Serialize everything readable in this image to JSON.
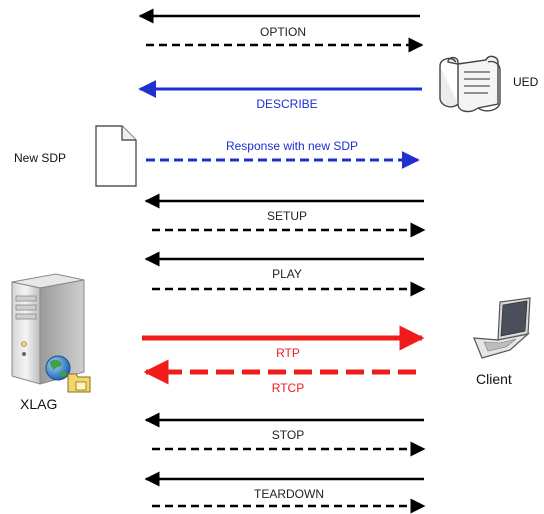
{
  "colors": {
    "black": "#000000",
    "blue": "#1f2fd0",
    "red": "#f01c1c",
    "label_dark": "#222222"
  },
  "entities": {
    "server": {
      "label": "XLAG",
      "icon": "server-icon"
    },
    "client": {
      "label": "Client",
      "icon": "laptop-icon"
    },
    "ued": {
      "label": "UED",
      "icon": "scroll-icon"
    },
    "sdp": {
      "label": "New SDP",
      "icon": "document-icon"
    }
  },
  "messages": [
    {
      "key": "option",
      "label": "OPTION",
      "color": "black"
    },
    {
      "key": "describe",
      "label": "DESCRIBE",
      "color": "blue"
    },
    {
      "key": "response",
      "label": "Response with new SDP",
      "color": "blue"
    },
    {
      "key": "setup",
      "label": "SETUP",
      "color": "black"
    },
    {
      "key": "play",
      "label": "PLAY",
      "color": "black"
    },
    {
      "key": "rtp",
      "label": "RTP",
      "color": "red"
    },
    {
      "key": "rtcp",
      "label": "RTCP",
      "color": "red"
    },
    {
      "key": "stop",
      "label": "STOP",
      "color": "black"
    },
    {
      "key": "teardown",
      "label": "TEARDOWN",
      "color": "black"
    }
  ]
}
